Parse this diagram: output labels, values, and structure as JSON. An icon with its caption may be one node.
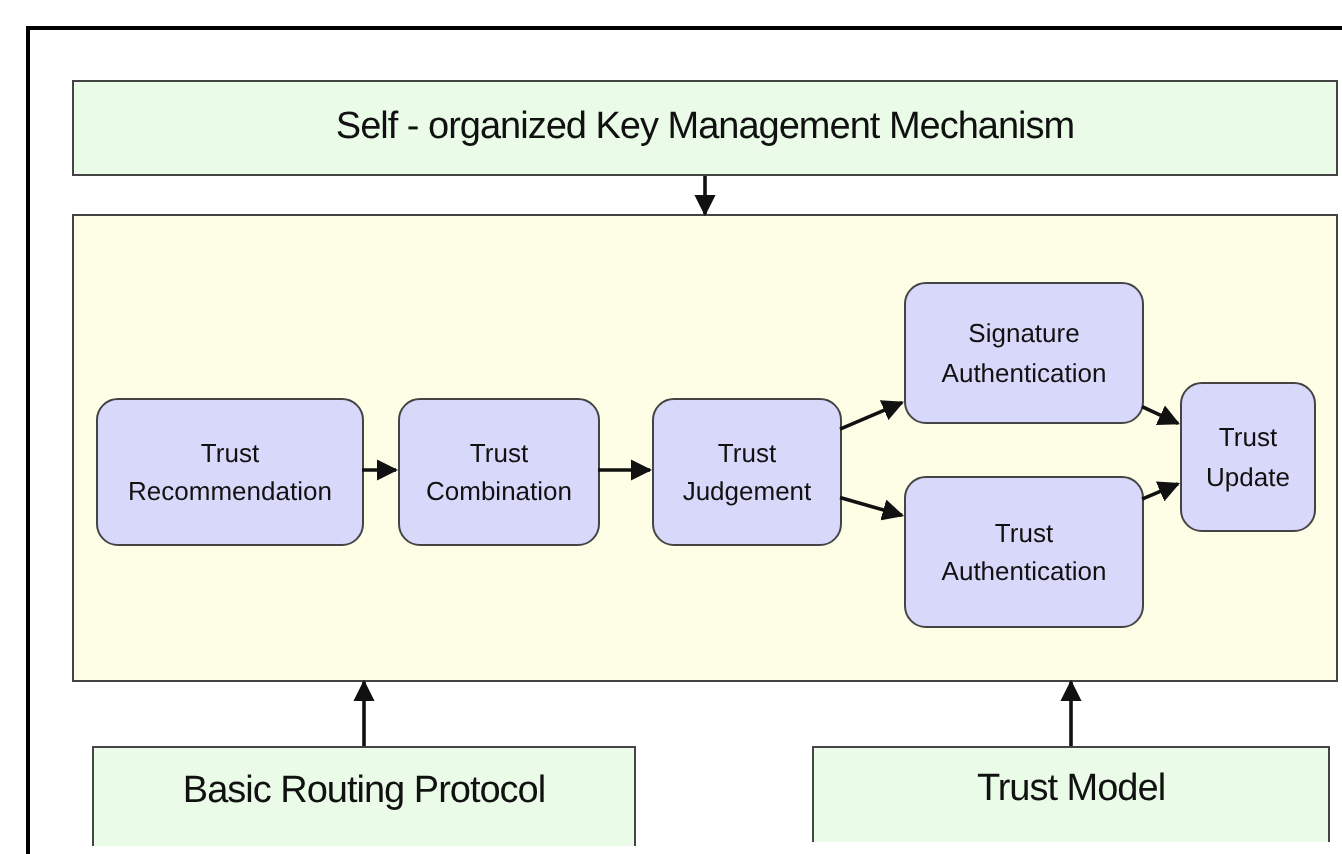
{
  "diagram": {
    "nodes": [
      {
        "text": [
          "Self - organized Key Management Mechanism"
        ]
      },
      {
        "text": [],
        "shape": "box"
      },
      {
        "text": [
          "Trust Recommendation"
        ],
        "in": 1
      },
      {
        "text": [
          "Trust Combination"
        ],
        "in": 1
      },
      {
        "text": [
          "Trust Judgement"
        ],
        "in": 1
      },
      {
        "text": [
          "Signature Authentication"
        ],
        "in": 1
      },
      {
        "text": [
          "Trust Authentication"
        ],
        "in": 1
      },
      {
        "text": [
          "Trust Update"
        ],
        "in": 1
      },
      {
        "text": [
          "Basic Routing Protocol"
        ]
      },
      {
        "text": [
          "Trust Model"
        ]
      }
    ],
    "edges": [
      {
        "from": 0,
        "to": 1,
        "arrow": "to"
      },
      {
        "from": 2,
        "to": 3,
        "arrow": "to"
      },
      {
        "from": 3,
        "to": 4,
        "arrow": "to"
      },
      {
        "from": 4,
        "to": 5,
        "arrow": "to"
      },
      {
        "from": 4,
        "to": 6,
        "arrow": "to"
      },
      {
        "from": 5,
        "to": 7,
        "arrow": "to"
      },
      {
        "from": 6,
        "to": 7,
        "arrow": "to"
      },
      {
        "from": 8,
        "to": 1,
        "arrow": "to"
      },
      {
        "from": 9,
        "to": 1,
        "arrow": "to"
      }
    ]
  }
}
